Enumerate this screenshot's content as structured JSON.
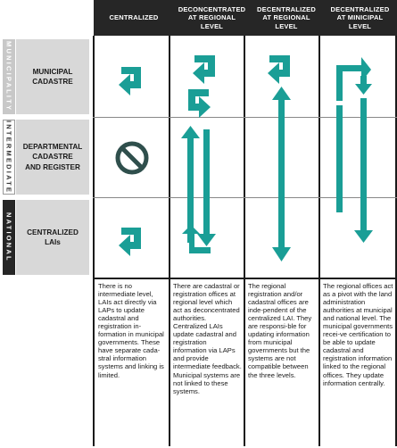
{
  "columns": [
    "CENTRALIZED",
    "DECONCENTRATED\nAT REGIONAL LEVEL",
    "DECENTRALIZED\nAT REGIONAL LEVEL",
    "DECENTRALIZED\nAT MINICIPAL LEVEL"
  ],
  "side_tabs": [
    "MUNICIPALITY",
    "INTERMEDIATE",
    "NATIONAL"
  ],
  "rows": [
    "MUNICIPAL\nCADASTRE",
    "DEPARTMENTAL\nCADASTRE\nAND REGISTER",
    "CENTRALIZED\nLAIs"
  ],
  "descriptions": [
    "There is no intermediate level, LAIs act directly via LAPs to update cadastral and registration in-formation in municipal governments. These have separate cada-stral information systems and linking is limited.",
    "There are cadastral or registration offices at regional level which act as deconcentrated authorities. Centralized LAIs update cadastral and registration information via LAPs and provide intermediate feedback. Municipal systems are not linked to these systems.",
    "The regional registration and/or cadastral offices are inde-pendent of the centralized LAI. They are responsi-ble for updating information from municipal governments but the systems are not compatible between the three levels.",
    "The regional offices act as a pivot with the land administration authorities at municipal and national level. The municipal governments recei-ve certification to be able to update cadastral and registration information linked to the regional offices. They update information centrally."
  ],
  "icons": {
    "arrow": "return-arrow-icon",
    "prohibited": "prohibited-icon"
  },
  "colors": {
    "teal": "#1a9e96",
    "dark_teal": "#2f4f4c",
    "header_bg": "#262626",
    "label_bg": "#d8d8d8",
    "side_tab_muni": "#c8c8c8",
    "side_tab_dark": "#262626"
  }
}
